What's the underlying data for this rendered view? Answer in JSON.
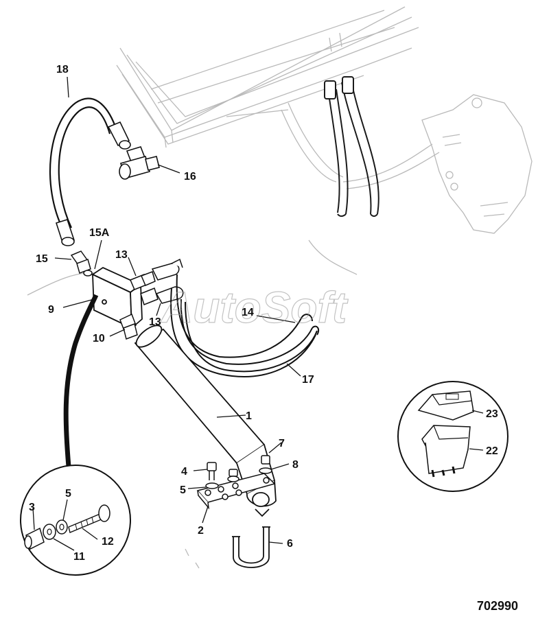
{
  "diagram": {
    "watermark": "AutoSoft",
    "drawing_number": "702990",
    "callouts": {
      "c1": "1",
      "c2": "2",
      "c3": "3",
      "c4": "4",
      "c5a": "5",
      "c5b": "5",
      "c6": "6",
      "c7": "7",
      "c8": "8",
      "c9": "9",
      "c10": "10",
      "c11": "11",
      "c12": "12",
      "c13a": "13",
      "c13b": "13",
      "c14": "14",
      "c15": "15",
      "c15a": "15A",
      "c16": "16",
      "c17": "17",
      "c18": "18",
      "c22": "22",
      "c23": "23"
    }
  }
}
